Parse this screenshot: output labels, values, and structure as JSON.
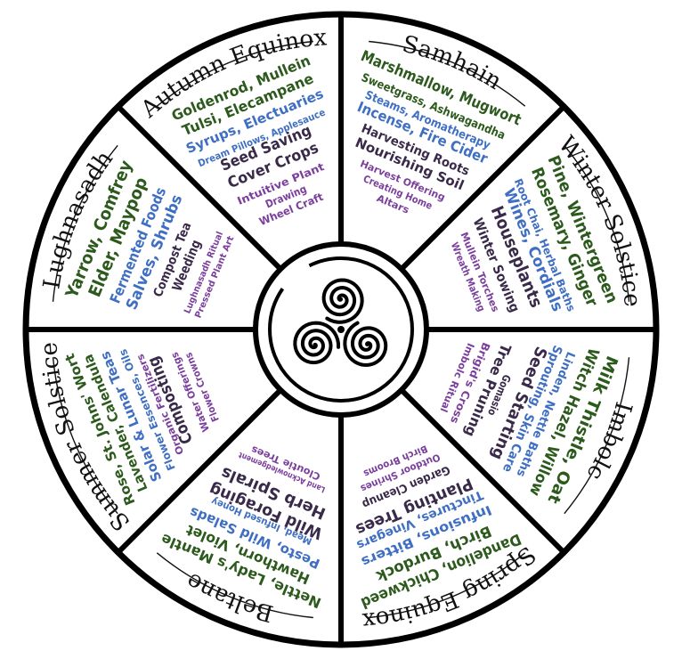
{
  "colors": {
    "green": "#2c5a1c",
    "blue": "#3f6fc2",
    "purple": "#7a3f9c",
    "dark": "#3a2a4a",
    "line": "#000000"
  },
  "center_icon": "triskelion-spiral-icon",
  "sectors": [
    {
      "id": "samhain",
      "title": "Samhain",
      "lines": [
        {
          "text": "Marshmallow, Mugwort",
          "c": "green",
          "s": 17
        },
        {
          "text": "Sweetgrass, Ashwagandha",
          "c": "green",
          "s": 13
        },
        {
          "text": "Steams, Aromatherapy",
          "c": "blue",
          "s": 13
        },
        {
          "text": "Incense, Fire Cider",
          "c": "blue",
          "s": 16
        },
        {
          "text": "Harvesting Roots",
          "c": "dark",
          "s": 14
        },
        {
          "text": "Nourishing Soil",
          "c": "dark",
          "s": 15
        },
        {
          "text": "Harvest Offering",
          "c": "purple",
          "s": 11
        },
        {
          "text": "Creating Home",
          "c": "purple",
          "s": 11
        },
        {
          "text": "Altars",
          "c": "purple",
          "s": 11
        }
      ]
    },
    {
      "id": "winter-solstice",
      "title": "Winter Solstice",
      "lines": [
        {
          "text": "Pine, Wintergreen",
          "c": "green",
          "s": 18
        },
        {
          "text": "Rosemary, Ginger",
          "c": "green",
          "s": 18
        },
        {
          "text": "Root Chai, Herbal Baths",
          "c": "blue",
          "s": 12
        },
        {
          "text": "Wines, Cordials",
          "c": "blue",
          "s": 17
        },
        {
          "text": "Houseplants",
          "c": "dark",
          "s": 19
        },
        {
          "text": "Winter Sowing",
          "c": "dark",
          "s": 15
        },
        {
          "text": "Mullein Torches",
          "c": "purple",
          "s": 11
        },
        {
          "text": "Wreath Making",
          "c": "purple",
          "s": 11
        }
      ]
    },
    {
      "id": "imbolc",
      "title": "Imbolc",
      "lines": [
        {
          "text": "Milk Thistle, Oat",
          "c": "green",
          "s": 18
        },
        {
          "text": "Witch Hazel, Willow",
          "c": "green",
          "s": 17
        },
        {
          "text": "Linden, Nettle Baths",
          "c": "blue",
          "s": 13
        },
        {
          "text": "Sprouting, Skin Care",
          "c": "blue",
          "s": 14
        },
        {
          "text": "Seed Starting",
          "c": "dark",
          "s": 18
        },
        {
          "text": "Gomasio",
          "c": "dark",
          "s": 12
        },
        {
          "text": "Tree Pruning",
          "c": "dark",
          "s": 16
        },
        {
          "text": "Brigid's Cross",
          "c": "purple",
          "s": 12
        },
        {
          "text": "Imbolc Ritual",
          "c": "purple",
          "s": 11
        }
      ]
    },
    {
      "id": "spring-equinox",
      "title": "Spring Equinox",
      "lines": [
        {
          "text": "Dandelion, Chickweed",
          "c": "green",
          "s": 17
        },
        {
          "text": "Birch, Burdock",
          "c": "green",
          "s": 17
        },
        {
          "text": "Infusions, Bitters",
          "c": "blue",
          "s": 15
        },
        {
          "text": "Tinctures, Vinegars",
          "c": "blue",
          "s": 14
        },
        {
          "text": "Planting Trees",
          "c": "dark",
          "s": 18
        },
        {
          "text": "Garden Cleanup",
          "c": "dark",
          "s": 13
        },
        {
          "text": "Outdoor Shrines",
          "c": "purple",
          "s": 11
        },
        {
          "text": "Birch Brooms",
          "c": "purple",
          "s": 11
        }
      ]
    },
    {
      "id": "beltane",
      "title": "Beltane",
      "lines": [
        {
          "text": "Nettle, Lady's Mantle",
          "c": "green",
          "s": 16
        },
        {
          "text": "Hawthorn, Violet",
          "c": "green",
          "s": 16
        },
        {
          "text": "Pesto, Wild Salads",
          "c": "blue",
          "s": 15
        },
        {
          "text": "Mead, Infused Honey",
          "c": "blue",
          "s": 11
        },
        {
          "text": "Wild Foraging",
          "c": "dark",
          "s": 18
        },
        {
          "text": "Herb Spirals",
          "c": "dark",
          "s": 18
        },
        {
          "text": "Land Acknowledgement",
          "c": "purple",
          "s": 9
        },
        {
          "text": "Cloutie Trees",
          "c": "purple",
          "s": 11
        }
      ]
    },
    {
      "id": "summer-solstice",
      "title": "Summer Solstice",
      "lines": [
        {
          "text": "Rose, St. Johns' Wort",
          "c": "green",
          "s": 15
        },
        {
          "text": "Lavender, Calendula",
          "c": "green",
          "s": 15
        },
        {
          "text": "Solar & Lunar Teas",
          "c": "blue",
          "s": 15
        },
        {
          "text": "Flower Essences, Oils",
          "c": "blue",
          "s": 12
        },
        {
          "text": "Organic Fertilizers",
          "c": "purple",
          "s": 11
        },
        {
          "text": "Composting",
          "c": "dark",
          "s": 18
        },
        {
          "text": "Water Offerings",
          "c": "purple",
          "s": 11
        },
        {
          "text": "Flower Crowns",
          "c": "purple",
          "s": 11
        }
      ]
    },
    {
      "id": "lughnasadh",
      "title": "Lughnasadh",
      "lines": [
        {
          "text": "Yarrow, Comfrey",
          "c": "green",
          "s": 19
        },
        {
          "text": "Elder, Maypop",
          "c": "green",
          "s": 19
        },
        {
          "text": "Fermented Foods",
          "c": "blue",
          "s": 16
        },
        {
          "text": "Salves, Shrubs",
          "c": "blue",
          "s": 17
        },
        {
          "text": "Compost Tea",
          "c": "dark",
          "s": 14
        },
        {
          "text": "Weeding",
          "c": "dark",
          "s": 15
        },
        {
          "text": "Lughnasadh Ritual",
          "c": "purple",
          "s": 10
        },
        {
          "text": "Pressed Plant Art",
          "c": "purple",
          "s": 10
        }
      ]
    },
    {
      "id": "autumn-equinox",
      "title": "Autumn Equinox",
      "lines": [
        {
          "text": "Goldenrod, Mullein",
          "c": "green",
          "s": 16
        },
        {
          "text": "Tulsi, Elecampane",
          "c": "green",
          "s": 16
        },
        {
          "text": "Syrups, Electuaries",
          "c": "blue",
          "s": 15
        },
        {
          "text": "Dream Pillows, Applesauce",
          "c": "blue",
          "s": 11
        },
        {
          "text": "Seed Saving",
          "c": "dark",
          "s": 17
        },
        {
          "text": "Cover Crops",
          "c": "dark",
          "s": 17
        },
        {
          "text": "Intuitive Plant",
          "c": "purple",
          "s": 12
        },
        {
          "text": "Drawing",
          "c": "purple",
          "s": 12
        },
        {
          "text": "Wheel Craft",
          "c": "purple",
          "s": 12
        }
      ]
    }
  ]
}
